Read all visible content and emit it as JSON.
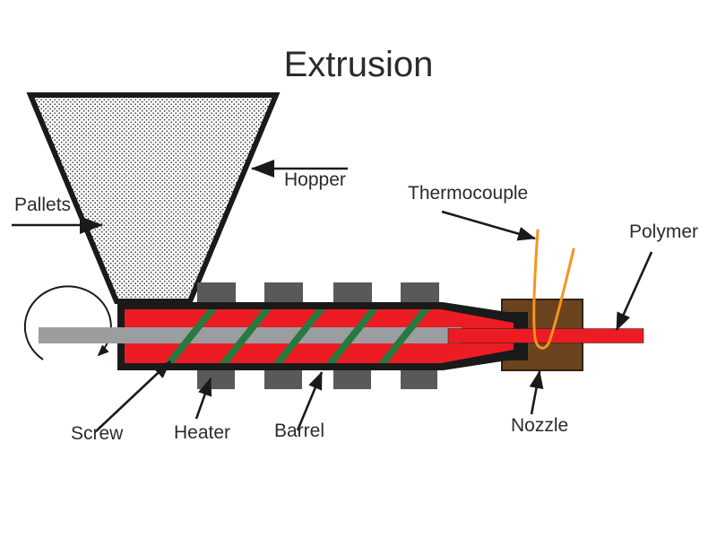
{
  "title": "Extrusion",
  "diagram": {
    "labels": {
      "pallets": "Pallets",
      "hopper": "Hopper",
      "thermocouple": "Thermocouple",
      "polymer": "Polymer",
      "screw": "Screw",
      "heater": "Heater",
      "barrel": "Barrel",
      "nozzle": "Nozzle"
    },
    "colors": {
      "outline": "#1a1a1a",
      "barrel_red": "#ED1C24",
      "screw_flight_green": "#27793F",
      "shaft_gray": "#9B9DA0",
      "heater_gray": "#58595B",
      "nozzle_brown": "#6B431F",
      "thermocouple_orange": "#F7941E",
      "text": "#2b2b2b",
      "background": "#ffffff"
    }
  }
}
